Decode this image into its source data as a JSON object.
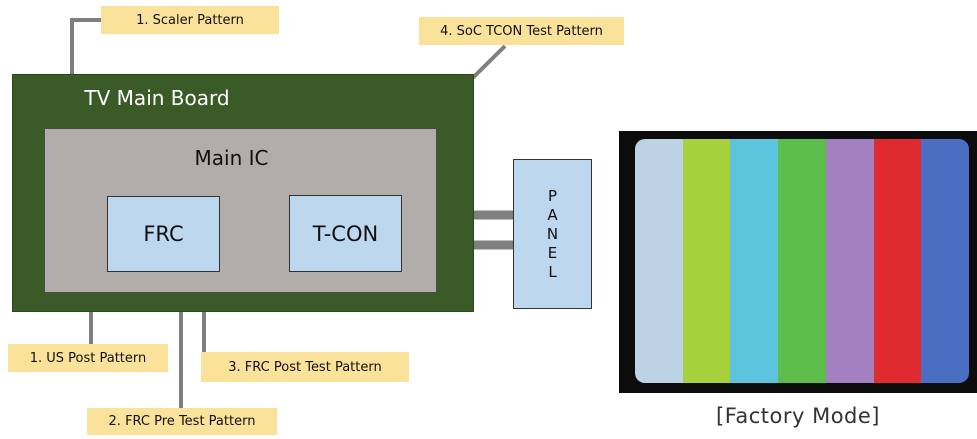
{
  "diagram": {
    "board_title": "TV Main Board",
    "main_ic_title": "Main IC",
    "frc_label": "FRC",
    "tcon_label": "T-CON",
    "panel_letters": [
      "P",
      "A",
      "N",
      "E",
      "L"
    ]
  },
  "labels": {
    "scaler": "1. Scaler Pattern",
    "soc_tcon": "4. SoC TCON Test Pattern",
    "us_post": "1. US Post Pattern",
    "frc_post": "3. FRC Post Test Pattern",
    "frc_pre": "2. FRC Pre Test Pattern"
  },
  "factory_screen": {
    "caption": "[Factory Mode]",
    "bar_colors": [
      "#bcd3e6",
      "#a6d13c",
      "#5cc4dd",
      "#5cbd4a",
      "#a580c0",
      "#df2a30",
      "#4a6ec2"
    ]
  },
  "colors": {
    "board": "#3a5a28",
    "chip": "#bdd7ee",
    "main_ic": "#b2adaa",
    "label_bg": "#fbe29b",
    "connector": "#7f7f7f"
  }
}
